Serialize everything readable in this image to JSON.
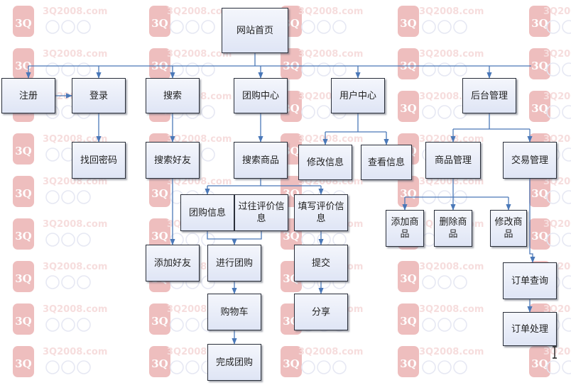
{
  "watermark": {
    "text": "3Q2008.com",
    "letters": "3Q",
    "color": "#e8a0a0"
  },
  "colors": {
    "edge": "#4a78b8"
  },
  "nodes": [
    {
      "id": "home",
      "label": "网站首页"
    },
    {
      "id": "register",
      "label": "注册"
    },
    {
      "id": "login",
      "label": "登录"
    },
    {
      "id": "search",
      "label": "搜索"
    },
    {
      "id": "group",
      "label": "团购中心"
    },
    {
      "id": "user",
      "label": "用户中心"
    },
    {
      "id": "admin",
      "label": "后台管理"
    },
    {
      "id": "forgot",
      "label": "找回密码"
    },
    {
      "id": "searchFriend",
      "label": "搜索好友"
    },
    {
      "id": "searchGoods",
      "label": "搜索商品"
    },
    {
      "id": "editInfo",
      "label": "修改信息"
    },
    {
      "id": "viewInfo",
      "label": "查看信息"
    },
    {
      "id": "goodsMgmt",
      "label": "商品管理"
    },
    {
      "id": "tradeMgmt",
      "label": "交易管理"
    },
    {
      "id": "groupInfo",
      "label": "团购信息"
    },
    {
      "id": "pastReview",
      "label": "过往评价信息"
    },
    {
      "id": "writeReview",
      "label": "填写评价信息"
    },
    {
      "id": "addGoods",
      "label": "添加商品"
    },
    {
      "id": "delGoods",
      "label": "删除商品"
    },
    {
      "id": "modGoods",
      "label": "修改商品"
    },
    {
      "id": "addFriend",
      "label": "添加好友"
    },
    {
      "id": "doGroup",
      "label": "进行团购"
    },
    {
      "id": "submit",
      "label": "提交"
    },
    {
      "id": "orderQuery",
      "label": "订单查询"
    },
    {
      "id": "cart",
      "label": "购物车"
    },
    {
      "id": "share",
      "label": "分享"
    },
    {
      "id": "orderProc",
      "label": "订单处理"
    },
    {
      "id": "finishGroup",
      "label": "完成团购"
    }
  ]
}
